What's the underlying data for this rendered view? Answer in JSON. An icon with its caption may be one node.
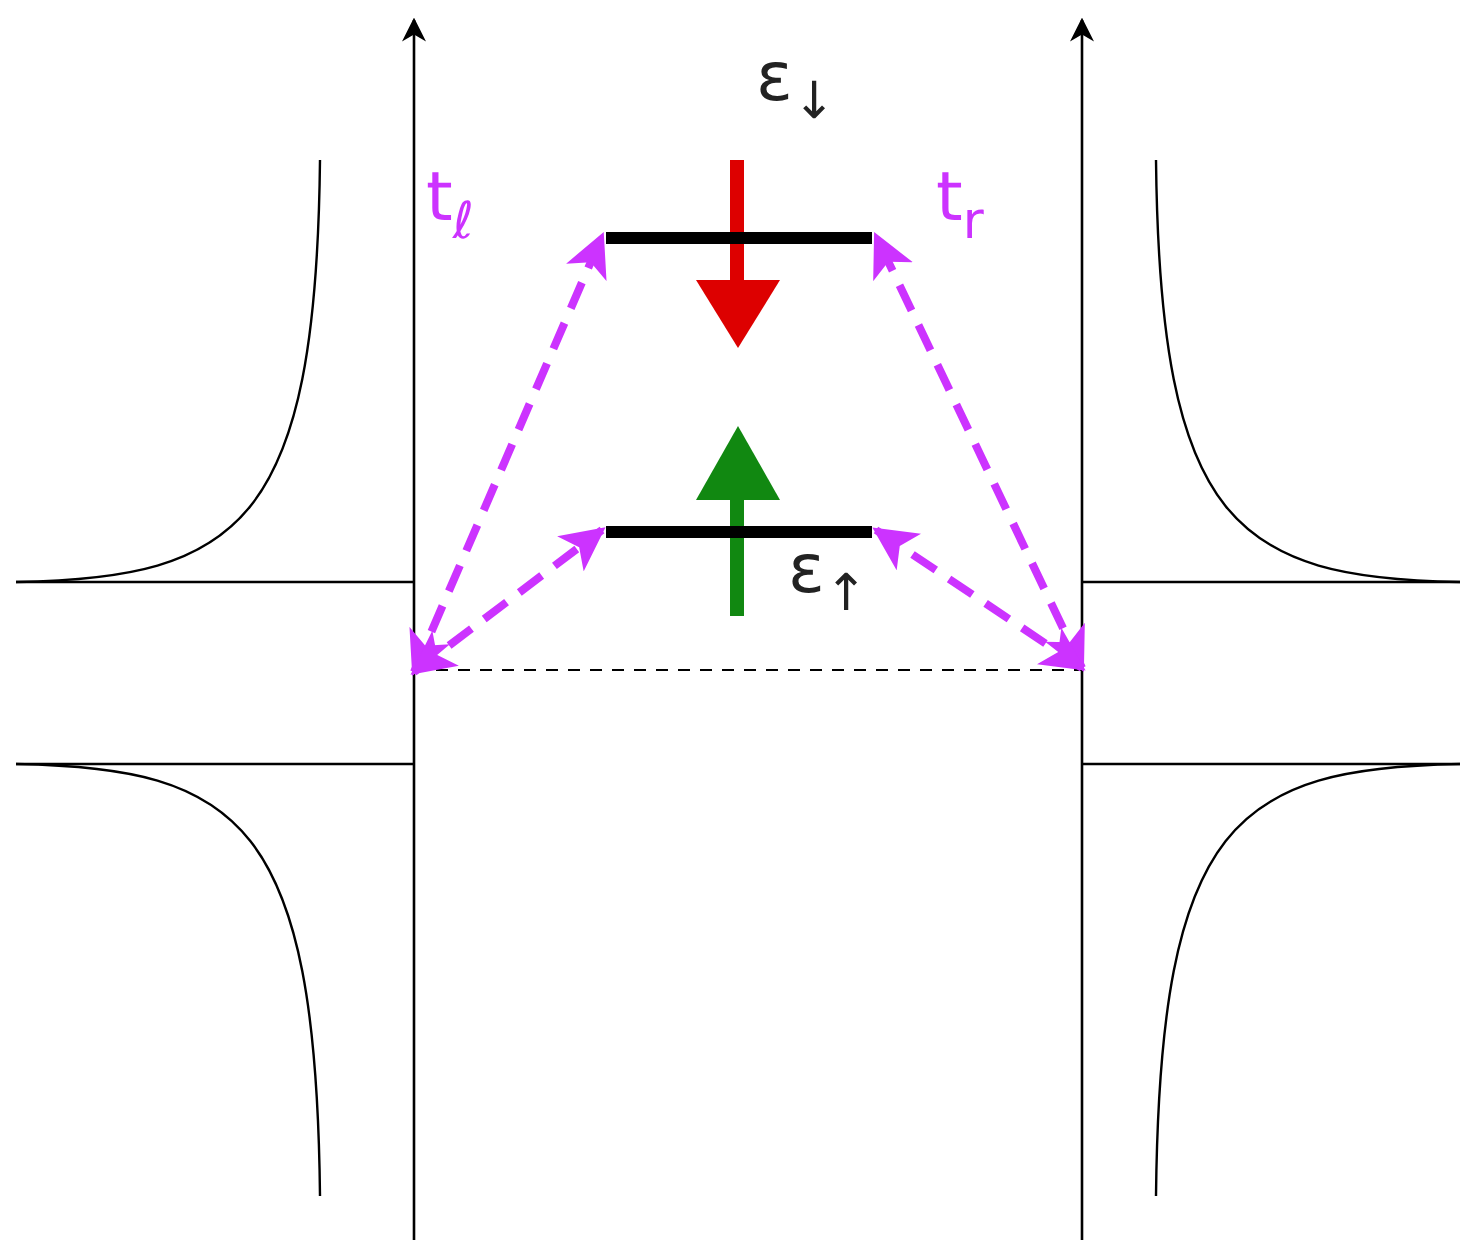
{
  "diagram": {
    "nodes": [
      {
        "text": [],
        "shape": "bar"
      },
      {
        "text": [],
        "shape": "bar"
      }
    ],
    "edges": [
      {
        "from": null,
        "to": 0,
        "arrow": "both",
        "style": "dashed"
      },
      {
        "from": null,
        "to": 1,
        "arrow": "both",
        "style": "dashed"
      },
      {
        "from": null,
        "to": 0,
        "arrow": "both",
        "style": "dashed"
      },
      {
        "from": null,
        "to": 1,
        "arrow": "both",
        "style": "dashed"
      }
    ],
    "labels": [
      "ε$_{↓}$",
      "t$_{ℓ}$",
      "t$_{r}$",
      "ε$_{↑}$"
    ]
  }
}
